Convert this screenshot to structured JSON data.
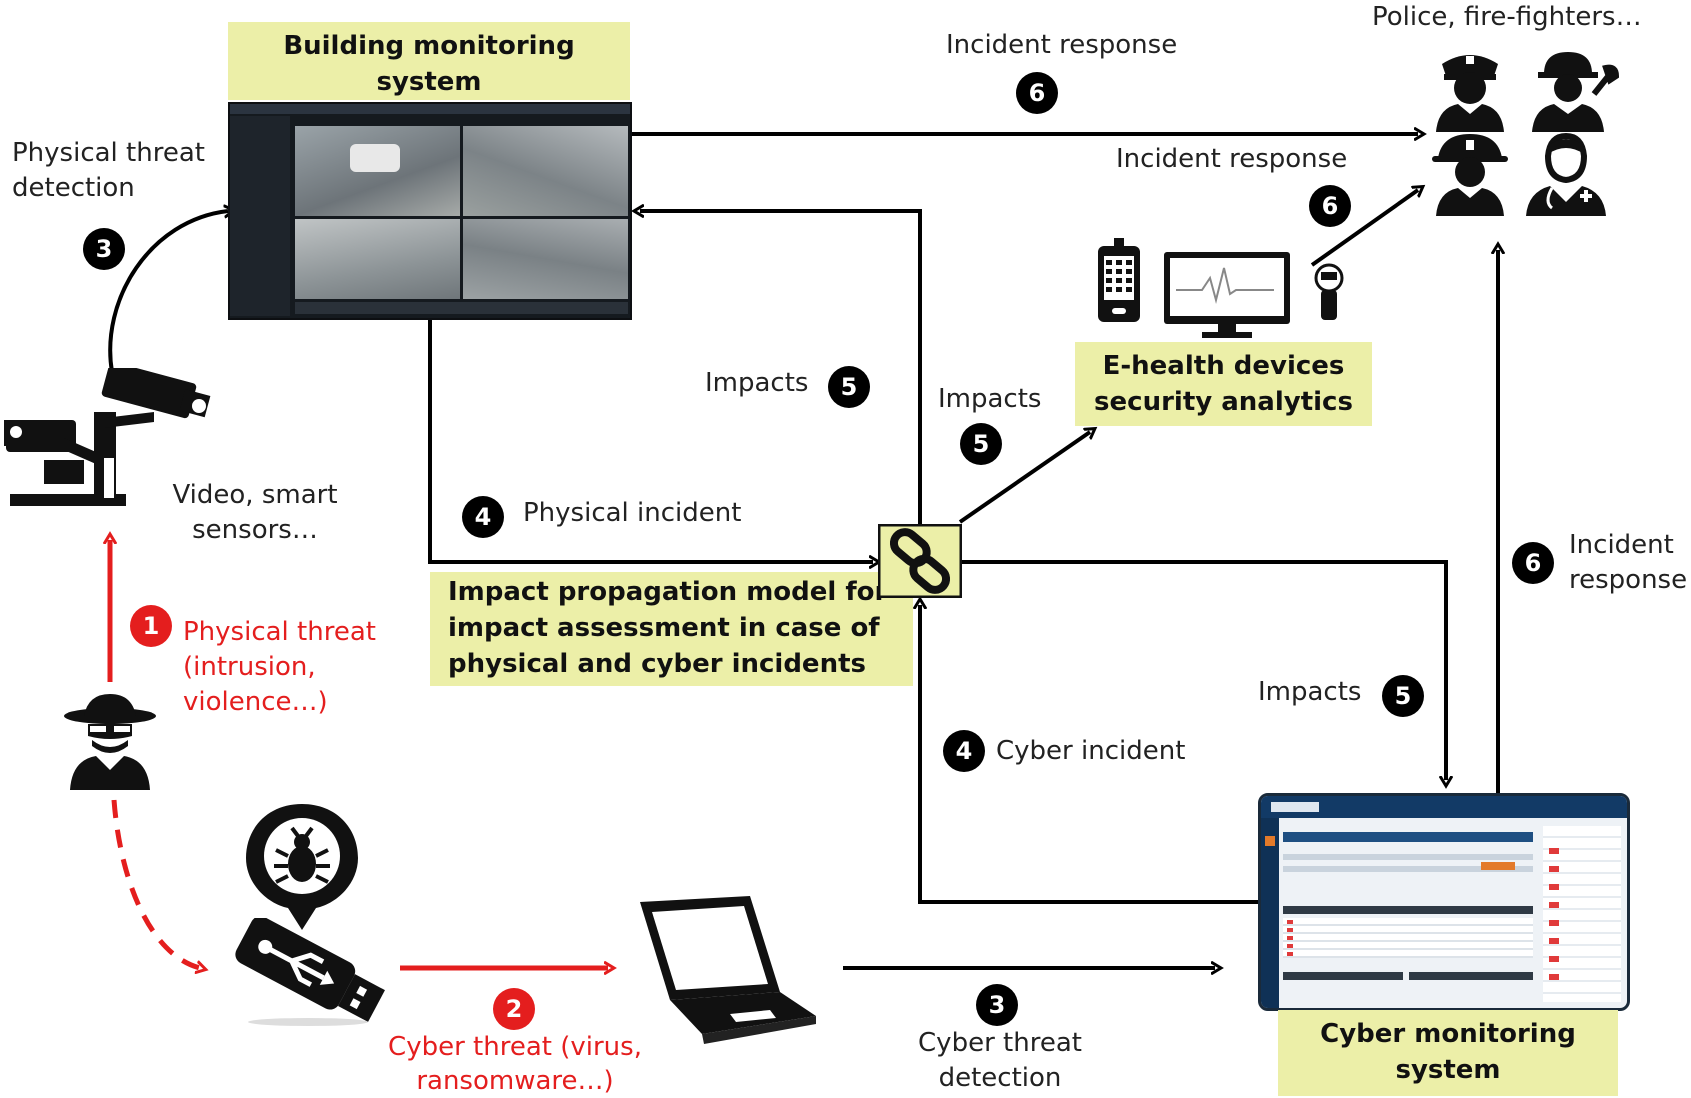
{
  "nodes": {
    "building": {
      "title": "Building monitoring system"
    },
    "ehealth": {
      "title": "E-health devices security analytics"
    },
    "impact_model": {
      "title": "Impact propagation model for impact assessment in case of physical and cyber  incidents"
    },
    "cyber_monitor": {
      "title": "Cyber monitoring system"
    },
    "responders": {
      "label": "Police, fire-fighters…"
    },
    "sensors": {
      "label": "Video, smart sensors…"
    }
  },
  "labels": {
    "physical_threat_detection": "Physical threat detection",
    "incident_response_top": "Incident response",
    "incident_response_mid": "Incident response",
    "incident_response_right": "Incident response",
    "impacts_building": "Impacts",
    "impacts_ehealth": "Impacts",
    "impacts_cyber": "Impacts",
    "physical_incident": "Physical incident",
    "cyber_incident": "Cyber incident",
    "physical_threat": "Physical threat (intrusion, violence…)",
    "cyber_threat": "Cyber threat (virus, ransomware…)",
    "cyber_threat_detection": "Cyber threat detection"
  },
  "steps": {
    "one": "1",
    "two": "2",
    "three_a": "3",
    "three_b": "3",
    "four_a": "4",
    "four_b": "4",
    "five_a": "5",
    "five_b": "5",
    "five_c": "5",
    "six_a": "6",
    "six_b": "6",
    "six_c": "6"
  },
  "colors": {
    "threat": "#e41e1e",
    "highlight": "#ecefa8",
    "arrow": "#000000"
  },
  "icons": [
    "cctv-camera-icon",
    "hacker-icon",
    "bug-pin-icon",
    "usb-stick-icon",
    "laptop-icon",
    "police-icon",
    "firefighter-icon",
    "worker-icon",
    "doctor-icon",
    "smartphone-icon",
    "ecg-monitor-icon",
    "sensor-icon",
    "link-icon"
  ]
}
